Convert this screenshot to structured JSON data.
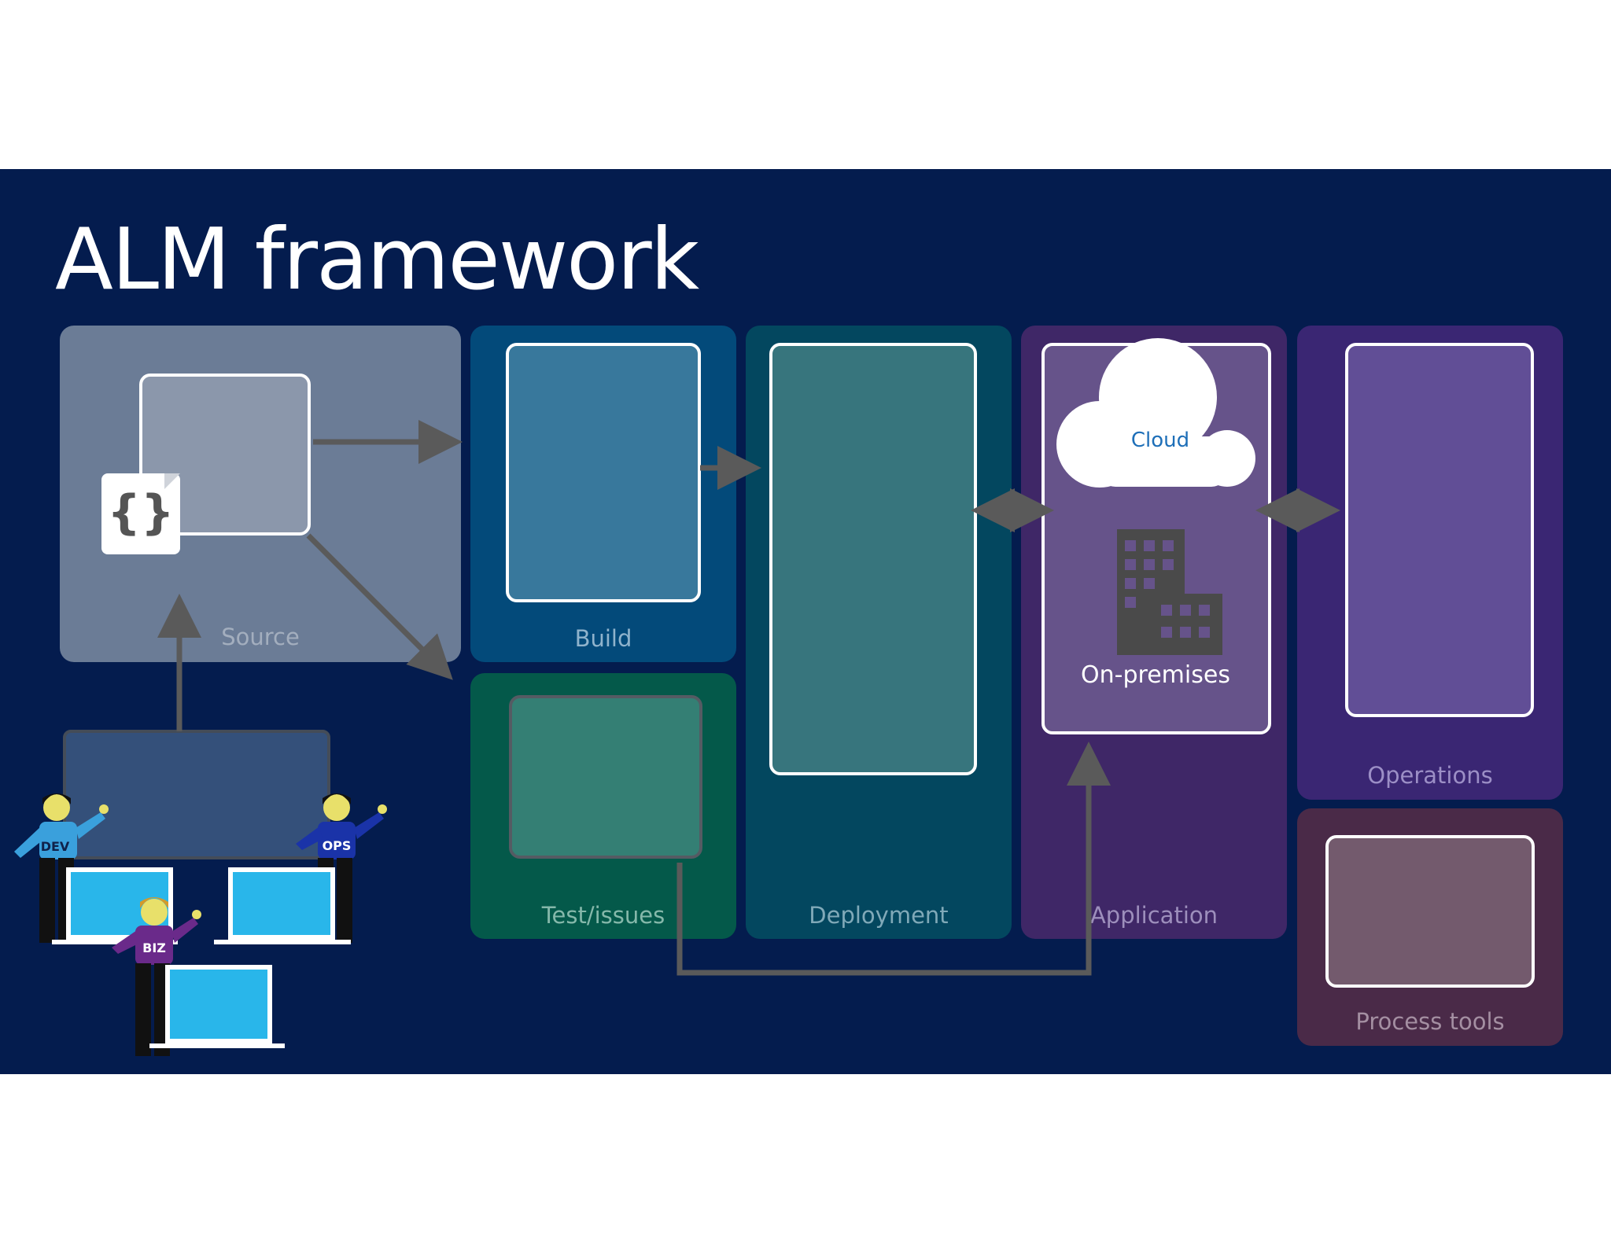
{
  "slide": {
    "title": "ALM framework"
  },
  "panels": {
    "source": {
      "label": "Source",
      "color": "#6b7c96"
    },
    "build": {
      "label": "Build",
      "color": "#034a7a"
    },
    "test": {
      "label": "Test/issues",
      "color": "#04594a"
    },
    "deployment": {
      "label": "Deployment",
      "color": "#03475f"
    },
    "application": {
      "label": "Application",
      "color": "#3f2767"
    },
    "operations": {
      "label": "Operations",
      "color": "#3a2673"
    },
    "process": {
      "label": "Process tools",
      "color": "#4a2a48"
    }
  },
  "app_box": {
    "cloud_label": "Cloud",
    "onprem_label": "On-premises"
  },
  "people": {
    "dev": "DEV",
    "ops": "OPS",
    "biz": "BIZ"
  },
  "icons": {
    "code_file": "code-file-icon",
    "cloud": "cloud-icon",
    "building": "building-icon"
  },
  "colors": {
    "background": "#041c4e",
    "arrow": "#5a5a5a",
    "laptop_screen": "#29b6ea",
    "dev_shirt": "#3aa0dc",
    "ops_shirt": "#1a33a8",
    "biz_shirt": "#6a2a8a"
  }
}
